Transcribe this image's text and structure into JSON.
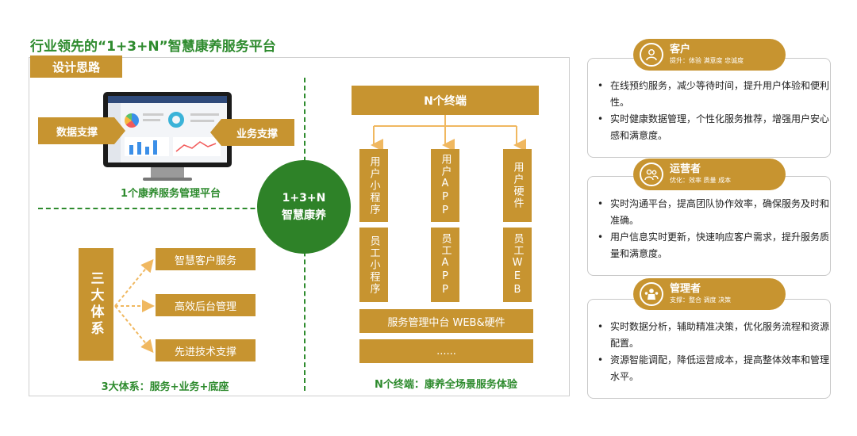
{
  "title": "行业领先的“1+3+N”智慧康养服务平台",
  "tag": "设计思路",
  "platform": {
    "left_label": "数据支撑",
    "right_label": "业务支撑",
    "caption": "1个康养服务管理平台"
  },
  "hub": {
    "line1": "1+3+N",
    "line2": "智慧康养"
  },
  "systems": {
    "main": "三大体系",
    "items": [
      "智慧客户服务",
      "高效后台管理",
      "先进技术支撑"
    ],
    "caption": "3大体系：服务+业务+底座"
  },
  "terminals": {
    "header": "N个终端",
    "top": [
      "用户小程序",
      "用户APP",
      "用户硬件"
    ],
    "bottom": [
      "员工小程序",
      "员工APP",
      "员工WEB"
    ],
    "middle": "服务管理中台 WEB&硬件",
    "more": "......",
    "caption": "N个终端：康养全场景服务体验"
  },
  "roles": [
    {
      "name": "客户",
      "sub": "提升：体验 满意度 忠诚度",
      "icon": "user-icon",
      "points": [
        "在线预约服务，减少等待时间，提升用户体验和便利性。",
        "实时健康数据管理，个性化服务推荐，增强用户安心感和满意度。"
      ]
    },
    {
      "name": "运营者",
      "sub": "优化：效率 质量 成本",
      "icon": "team-icon",
      "points": [
        "实时沟通平台，提高团队协作效率，确保服务及时和准确。",
        "用户信息实时更新，快速响应客户需求，提升服务质量和满意度。"
      ]
    },
    {
      "name": "管理者",
      "sub": "支撑：整合 调度 决策",
      "icon": "manager-icon",
      "points": [
        "实时数据分析，辅助精准决策，优化服务流程和资源配置。",
        "资源智能调配，降低运营成本，提高整体效率和管理水平。"
      ]
    }
  ],
  "colors": {
    "gold": "#c79430",
    "green": "#2e8228",
    "arrow": "#f0b860"
  }
}
